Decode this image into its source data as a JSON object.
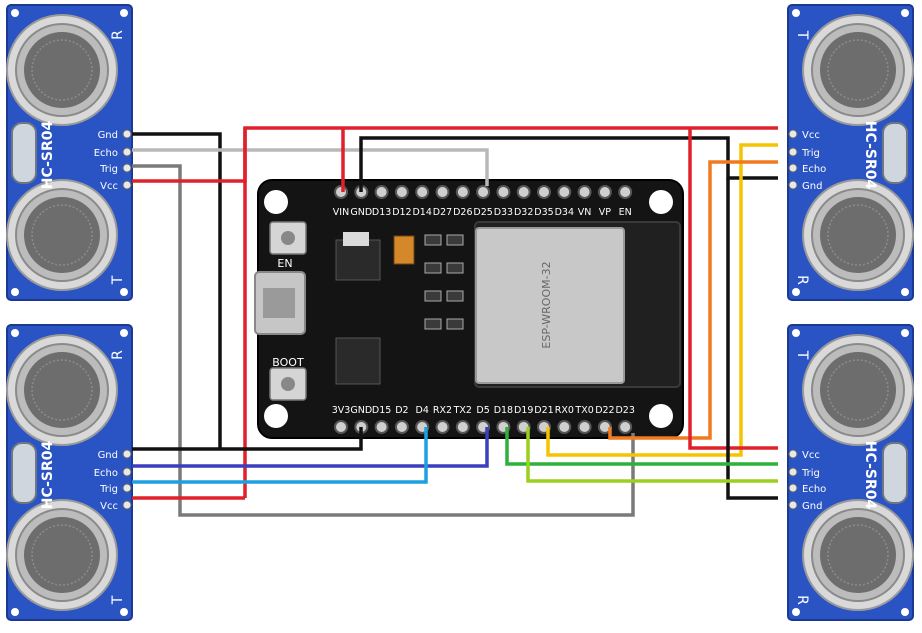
{
  "sensors": {
    "top_left": {
      "model": "HC-SR04",
      "side_r": "R",
      "side_t": "T",
      "pins": [
        "Gnd",
        "Echo",
        "Trig",
        "Vcc"
      ]
    },
    "bottom_left": {
      "model": "HC-SR04",
      "side_r": "R",
      "side_t": "T",
      "pins": [
        "Gnd",
        "Echo",
        "Trig",
        "Vcc"
      ]
    },
    "top_right": {
      "model": "HC-SR04",
      "side_r": "R",
      "side_t": "T",
      "pins": [
        "Vcc",
        "Trig",
        "Echo",
        "Gnd"
      ]
    },
    "bottom_right": {
      "model": "HC-SR04",
      "side_r": "R",
      "side_t": "T",
      "pins": [
        "Vcc",
        "Trig",
        "Echo",
        "Gnd"
      ]
    }
  },
  "board": {
    "top_pins": [
      "VIN",
      "GND",
      "D13",
      "D12",
      "D14",
      "D27",
      "D26",
      "D25",
      "D33",
      "D32",
      "D35",
      "D34",
      "VN",
      "VP",
      "EN"
    ],
    "bottom_pins": [
      "3V3",
      "GND",
      "D15",
      "D2",
      "D4",
      "RX2",
      "TX2",
      "D5",
      "D18",
      "D19",
      "D21",
      "RX0",
      "TX0",
      "D22",
      "D23"
    ],
    "en_label": "EN",
    "boot_label": "BOOT",
    "module_text": "ESP-WROOM-32"
  },
  "colors": {
    "vcc": "#e0202a",
    "gnd": "#111111",
    "trig_tl": "#b8b8b8",
    "echo_tl": "#7a7a7a",
    "echo_bl": "#3a3fbf",
    "trig_bl": "#1ea0e0",
    "trig_tr": "#f5c400",
    "echo_tr": "#f07a20",
    "trig_br": "#2eb03a",
    "echo_br": "#9bd020",
    "sensor_blue": "#2a54c4"
  }
}
